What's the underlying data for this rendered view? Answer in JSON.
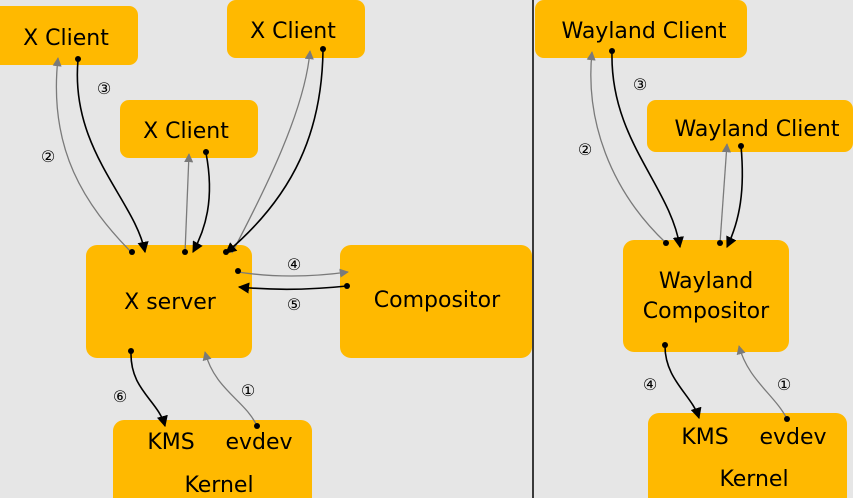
{
  "x_side": {
    "client_a": "X Client",
    "client_b": "X Client",
    "client_c": "X Client",
    "server": "X server",
    "compositor": "Compositor",
    "kms": "KMS",
    "evdev": "evdev",
    "kernel": "Kernel",
    "steps": [
      "①",
      "②",
      "③",
      "④",
      "⑤",
      "⑥"
    ]
  },
  "wayland_side": {
    "client_a": "Wayland Client",
    "client_b": "Wayland Client",
    "compositor_line1": "Wayland",
    "compositor_line2": "Compositor",
    "kms": "KMS",
    "evdev": "evdev",
    "kernel": "Kernel",
    "steps": [
      "①",
      "②",
      "③",
      "④"
    ]
  },
  "colors": {
    "background": "#e6e6e6",
    "box": "#ffb900",
    "arrow_request": "#7a7a7a",
    "arrow_response": "#000000",
    "divider": "#000000"
  }
}
